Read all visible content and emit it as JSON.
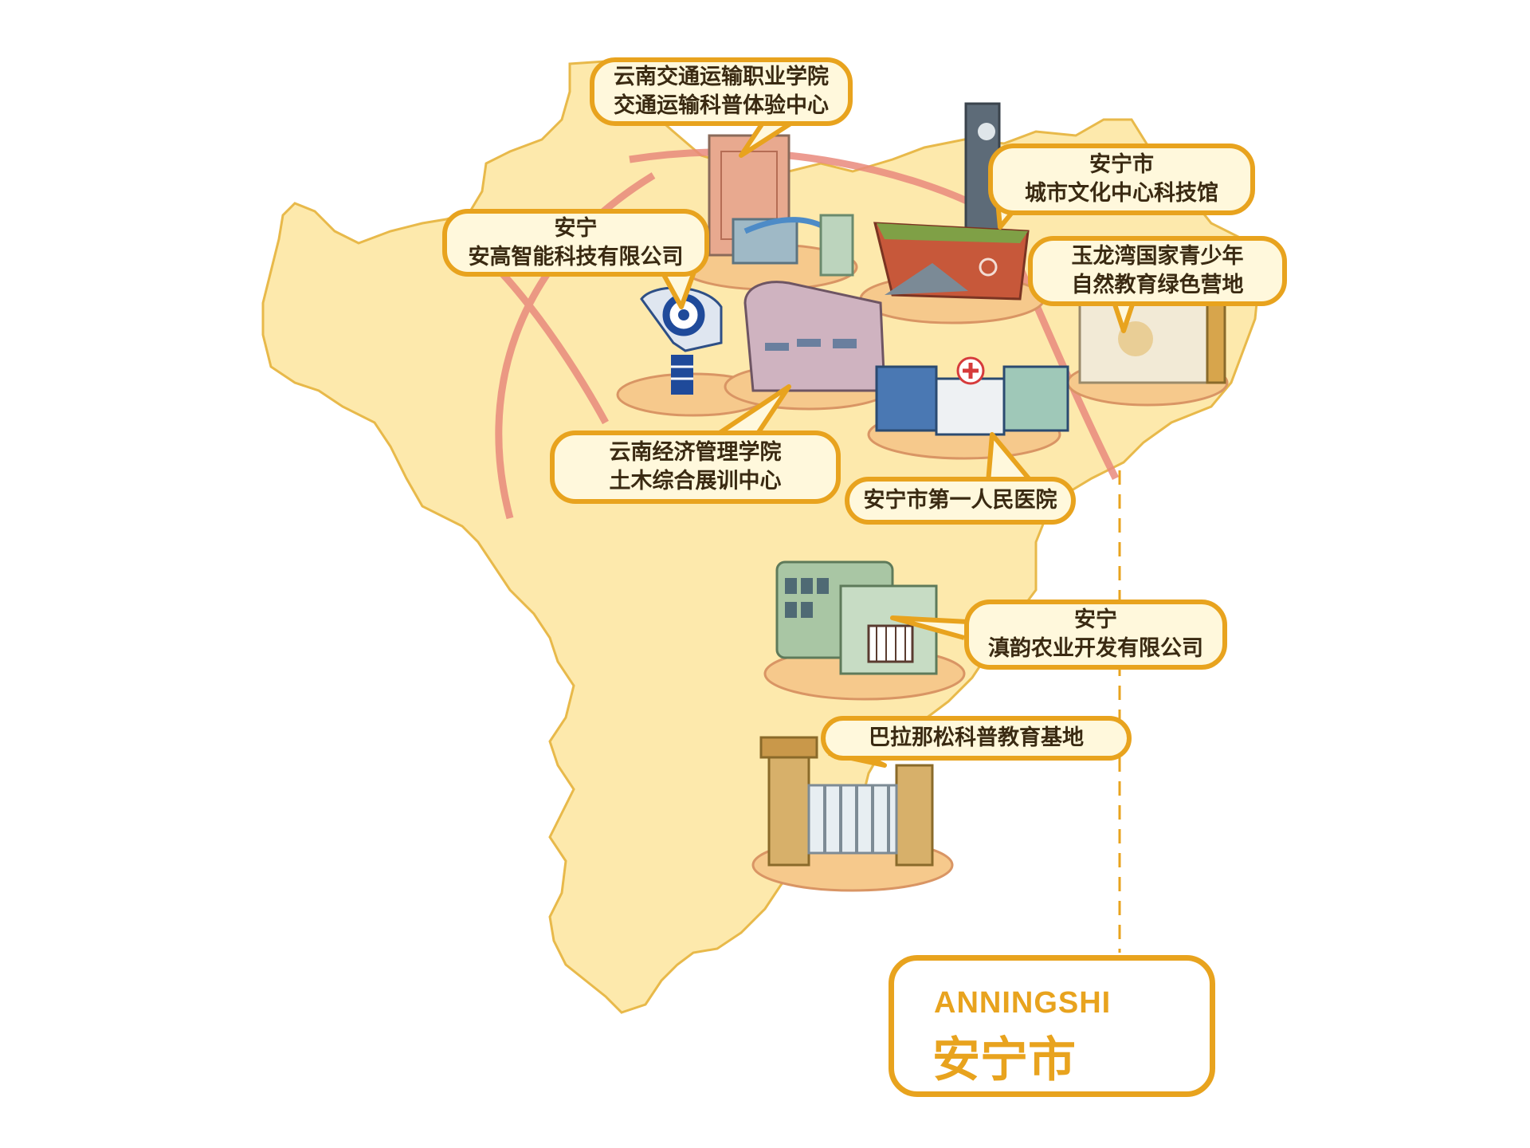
{
  "map": {
    "region_fill": "#fde9ac",
    "route_color": "#e98a7d",
    "accent": "#e8a31e"
  },
  "city": {
    "name_en": "ANNINGSHI",
    "name_zh": "安宁市"
  },
  "landmarks": [
    {
      "id": "yunnan-transport-college",
      "lines": [
        "云南交通运输职业学院",
        "交通运输科普体验中心"
      ],
      "icon": "college-building-icon"
    },
    {
      "id": "culture-center",
      "lines": [
        "安宁市",
        "城市文化中心科技馆"
      ],
      "icon": "tower-building-icon"
    },
    {
      "id": "angao-tech",
      "lines": [
        "安宁",
        "安高智能科技有限公司"
      ],
      "icon": "robot-head-icon"
    },
    {
      "id": "yulongwan-camp",
      "lines": [
        "玉龙湾国家青少年",
        "自然教育绿色营地"
      ],
      "icon": "stone-monument-icon"
    },
    {
      "id": "economics-college",
      "lines": [
        "云南经济管理学院",
        "土木综合展训中心"
      ],
      "icon": "training-center-icon"
    },
    {
      "id": "first-hospital",
      "lines": [
        "安宁市第一人民医院"
      ],
      "icon": "hospital-icon"
    },
    {
      "id": "dianyun-agriculture",
      "lines": [
        "安宁",
        "滇韵农业开发有限公司"
      ],
      "icon": "factory-building-icon"
    },
    {
      "id": "balanasong-base",
      "lines": [
        "巴拉那松科普教育基地"
      ],
      "icon": "gate-icon"
    }
  ]
}
